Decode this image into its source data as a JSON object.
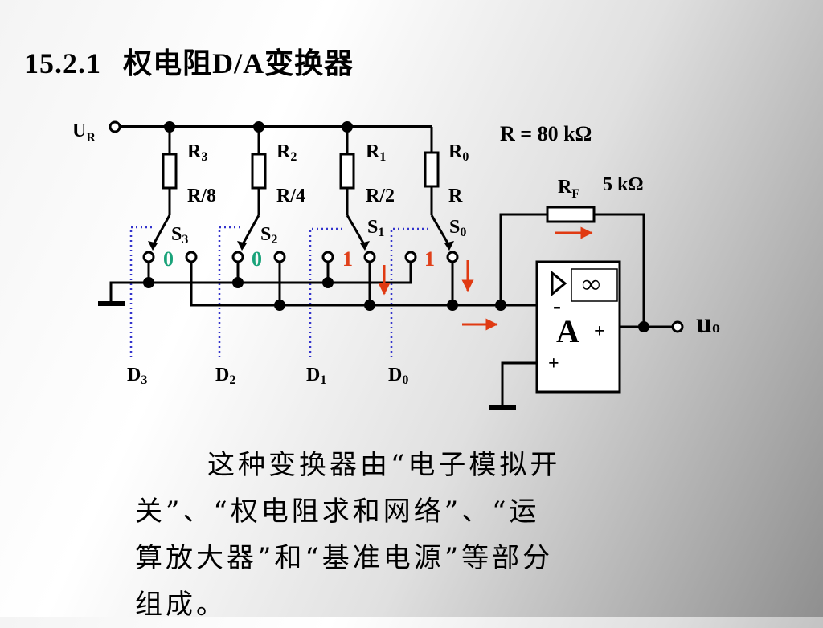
{
  "title": {
    "number": "15.2.1",
    "text_cn_1": "权电阻",
    "text_da": "D/A",
    "text_cn_2": "变换器"
  },
  "circuit": {
    "reference": {
      "main": "U",
      "sub": "R"
    },
    "resistors": [
      {
        "name_main": "R",
        "name_sub": "3",
        "value": "R/8"
      },
      {
        "name_main": "R",
        "name_sub": "2",
        "value": "R/4"
      },
      {
        "name_main": "R",
        "name_sub": "1",
        "value": "R/2"
      },
      {
        "name_main": "R",
        "name_sub": "0",
        "value": "R"
      }
    ],
    "switches": [
      {
        "main": "S",
        "sub": "3",
        "state": "0"
      },
      {
        "main": "S",
        "sub": "2",
        "state": "0"
      },
      {
        "main": "S",
        "sub": "1",
        "state": "1"
      },
      {
        "main": "S",
        "sub": "0",
        "state": "1"
      }
    ],
    "digital_inputs": [
      {
        "main": "D",
        "sub": "3"
      },
      {
        "main": "D",
        "sub": "2"
      },
      {
        "main": "D",
        "sub": "1"
      },
      {
        "main": "D",
        "sub": "0"
      }
    ],
    "r_value": "R = 80 kΩ",
    "feedback": {
      "main": "R",
      "sub": "F",
      "value": "5 kΩ"
    },
    "opamp": {
      "gain_symbol": "∞",
      "label": "A",
      "minus": "-",
      "plus_in": "+",
      "plus_out": "+"
    },
    "output": {
      "main": "u",
      "sub": "o"
    },
    "colors": {
      "wire": "#000000",
      "dotted": "#3333cc",
      "state_zero": "#1aa37a",
      "state_one": "#e0401a",
      "arrow": "#e03a12"
    }
  },
  "caption": {
    "line1": "这种变换器由“电子模拟开",
    "line2": "关”、“权电阻求和网络”、“运",
    "line3": "算放大器”和“基准电源”等部分",
    "line4": "组成。"
  }
}
